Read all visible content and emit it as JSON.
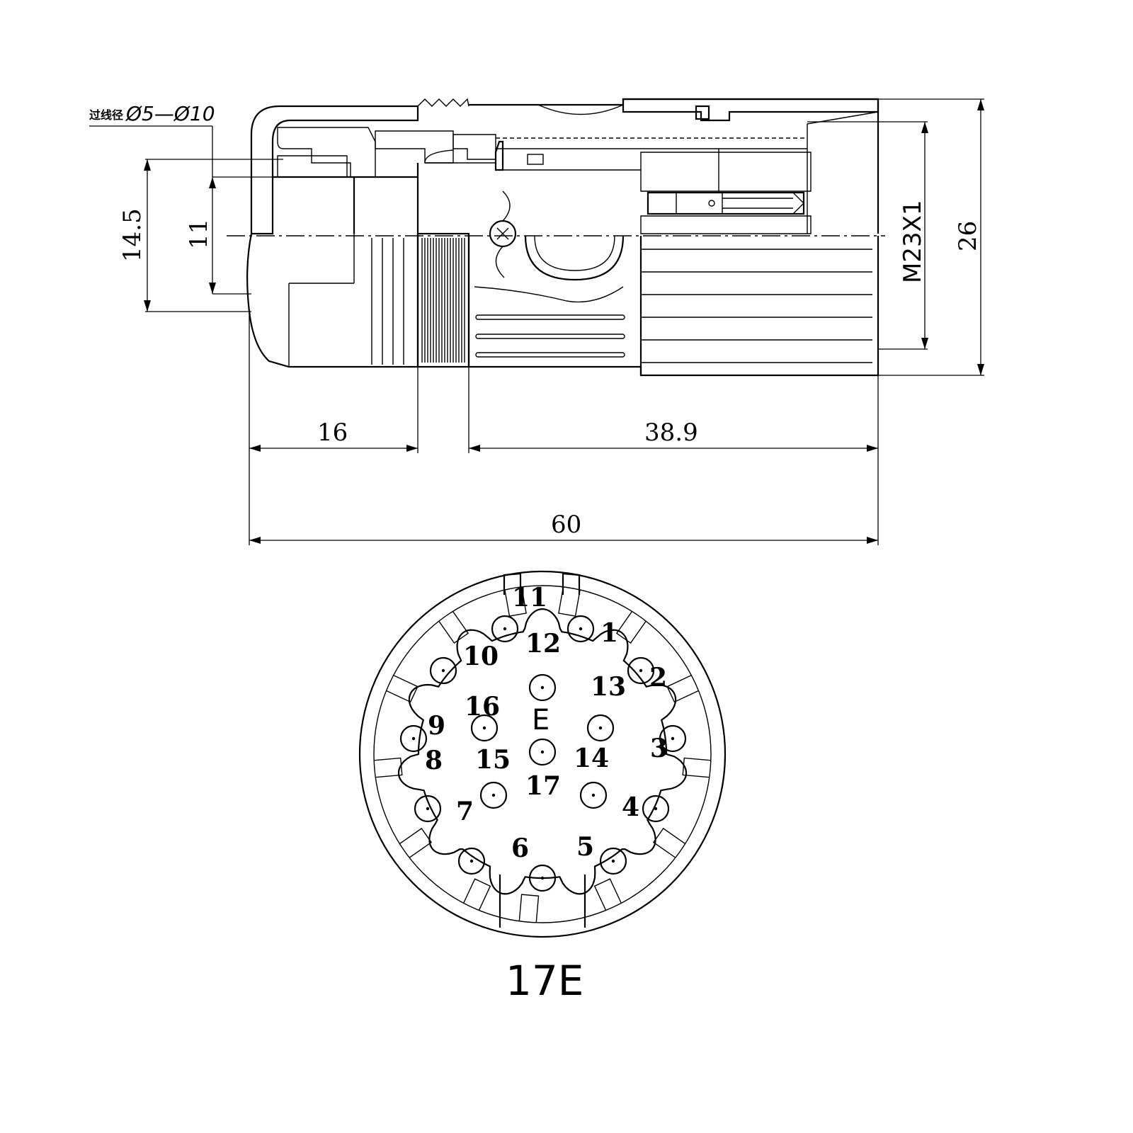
{
  "side_view": {
    "cable_note_prefix": "过线径",
    "cable_note": "Ø5—Ø10",
    "dim_cable_outer": "14.5",
    "dim_cable_inner": "11",
    "dim_thread": "M23X1",
    "dim_total_height": "26",
    "dim_left_length": "16",
    "dim_right_length": "38.9",
    "dim_total_length": "60"
  },
  "face_view": {
    "pins": [
      {
        "label": "1"
      },
      {
        "label": "2"
      },
      {
        "label": "3"
      },
      {
        "label": "4"
      },
      {
        "label": "5"
      },
      {
        "label": "6"
      },
      {
        "label": "7"
      },
      {
        "label": "8"
      },
      {
        "label": "9"
      },
      {
        "label": "10"
      },
      {
        "label": "11"
      },
      {
        "label": "12"
      },
      {
        "label": "13"
      },
      {
        "label": "14"
      },
      {
        "label": "15"
      },
      {
        "label": "16"
      },
      {
        "label": "17"
      }
    ],
    "coding_mark": "E",
    "insert_code": "17E"
  }
}
